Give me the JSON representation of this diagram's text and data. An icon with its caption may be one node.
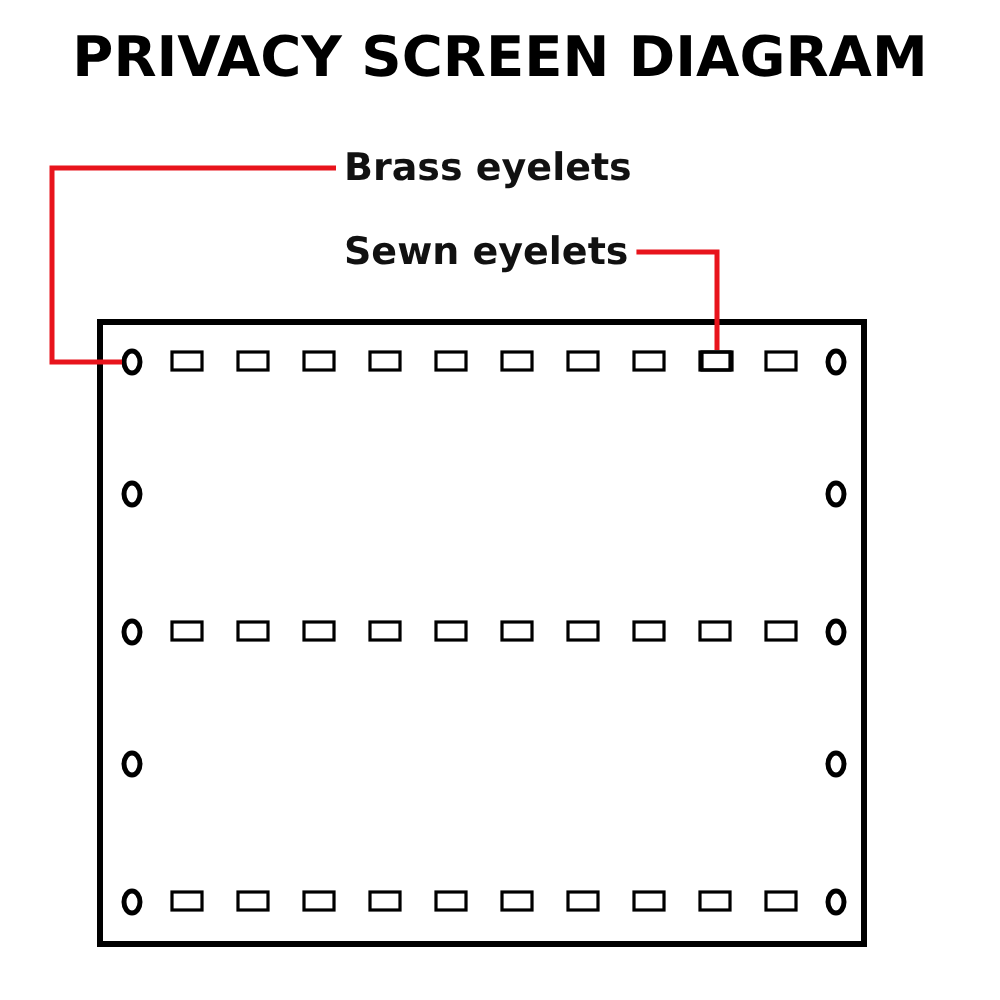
{
  "diagram": {
    "title": "PRIVACY SCREEN DIAGRAM",
    "nodes": [
      {
        "text": [
          "Brass eyelets"
        ]
      },
      {
        "text": [
          "Sewn eyelets"
        ]
      },
      {
        "text": [],
        "shape": "circle"
      },
      {
        "text": [],
        "shape": "box"
      }
    ],
    "edges": [
      {
        "from": 0,
        "to": 2,
        "arrow": "none",
        "color": "#e8141c"
      },
      {
        "from": 1,
        "to": 3,
        "arrow": "none",
        "color": "#e8141c"
      }
    ]
  }
}
